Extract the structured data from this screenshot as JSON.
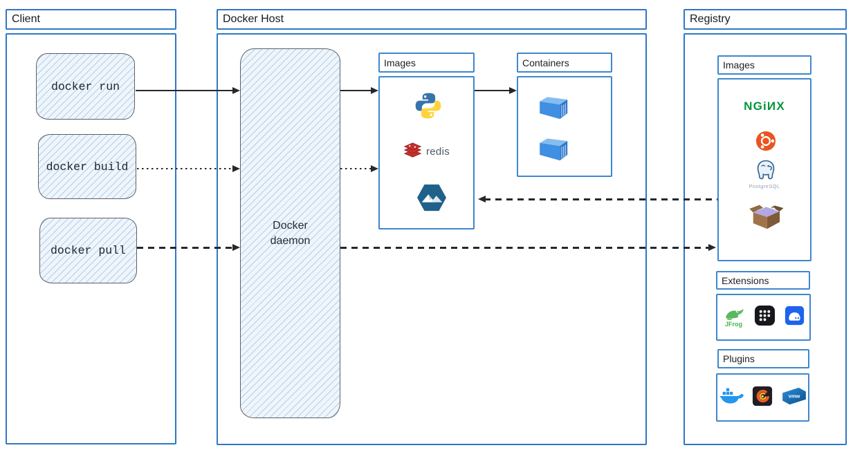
{
  "client": {
    "title": "Client",
    "commands": [
      "docker run",
      "docker build",
      "docker pull"
    ]
  },
  "host": {
    "title": "Docker Host",
    "daemon_label": "Docker daemon",
    "images_title": "Images",
    "containers_title": "Containers",
    "image_items": [
      "python",
      "redis",
      "alpine"
    ],
    "redis_label": "redis",
    "container_count": 2
  },
  "registry": {
    "title": "Registry",
    "images_title": "Images",
    "extensions_title": "Extensions",
    "plugins_title": "Plugins",
    "image_items": [
      "nginx",
      "ubuntu",
      "postgresql",
      "busybox"
    ],
    "nginx_label": "NGiИX",
    "postgresql_label": "PostgreSQL",
    "jfrog_label": "JFrog",
    "vmware_label": "vmw",
    "extension_items": [
      "jfrog",
      "app-grid",
      "disk-extension"
    ],
    "plugin_items": [
      "docker-whale",
      "grafana",
      "vmware"
    ]
  },
  "edges": [
    {
      "from": "docker run",
      "to": "Docker daemon",
      "style": "solid"
    },
    {
      "from": "docker build",
      "to": "Docker daemon",
      "style": "dotted"
    },
    {
      "from": "docker pull",
      "to": "Docker daemon",
      "style": "dashed"
    },
    {
      "from": "Docker daemon",
      "to": "Images (host)",
      "style": "solid"
    },
    {
      "from": "Docker daemon",
      "to": "Images (host)",
      "style": "dotted"
    },
    {
      "from": "Images (host)",
      "to": "Containers",
      "style": "solid"
    },
    {
      "from": "Docker daemon",
      "to": "Images (registry)",
      "style": "dashed"
    },
    {
      "from": "Images (registry)",
      "to": "Images (host)",
      "style": "dashed"
    }
  ],
  "colors": {
    "outer_border": "#2e77c5",
    "inner_border": "#3e86cf",
    "sketch_fill": "#eef5fb",
    "arrow": "#24282c",
    "nginx_green": "#009639",
    "ubuntu_orange": "#e95420",
    "redis_red": "#c6302b",
    "docker_blue": "#2496ed"
  }
}
